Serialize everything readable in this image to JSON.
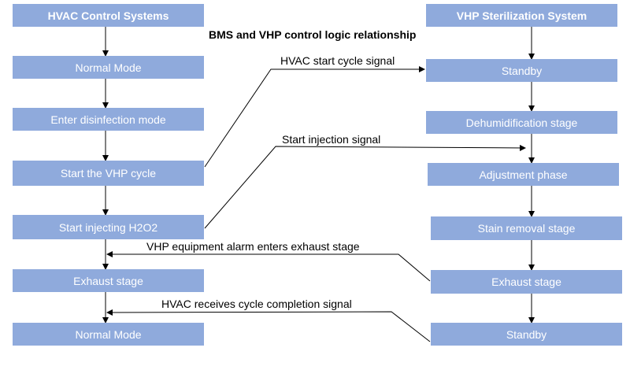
{
  "title": "BMS and VHP control logic relationship",
  "colors": {
    "box": "#8faadc",
    "box_text": "#ffffff",
    "line": "#000000"
  },
  "left": {
    "header": "HVAC Control Systems",
    "steps": [
      "Normal Mode",
      "Enter disinfection mode",
      "Start the VHP cycle",
      "Start injecting H2O2",
      "Exhaust stage",
      "Normal Mode"
    ]
  },
  "right": {
    "header": "VHP Sterilization System",
    "steps": [
      "Standby",
      "Dehumidification stage",
      "Adjustment phase",
      "Stain removal stage",
      "Exhaust stage",
      "Standby"
    ]
  },
  "signals": {
    "hvac_start_cycle": "HVAC start cycle signal",
    "start_injection": "Start injection signal",
    "alarm_exhaust": "VHP equipment alarm enters exhaust stage",
    "cycle_completion": "HVAC receives cycle completion signal"
  }
}
